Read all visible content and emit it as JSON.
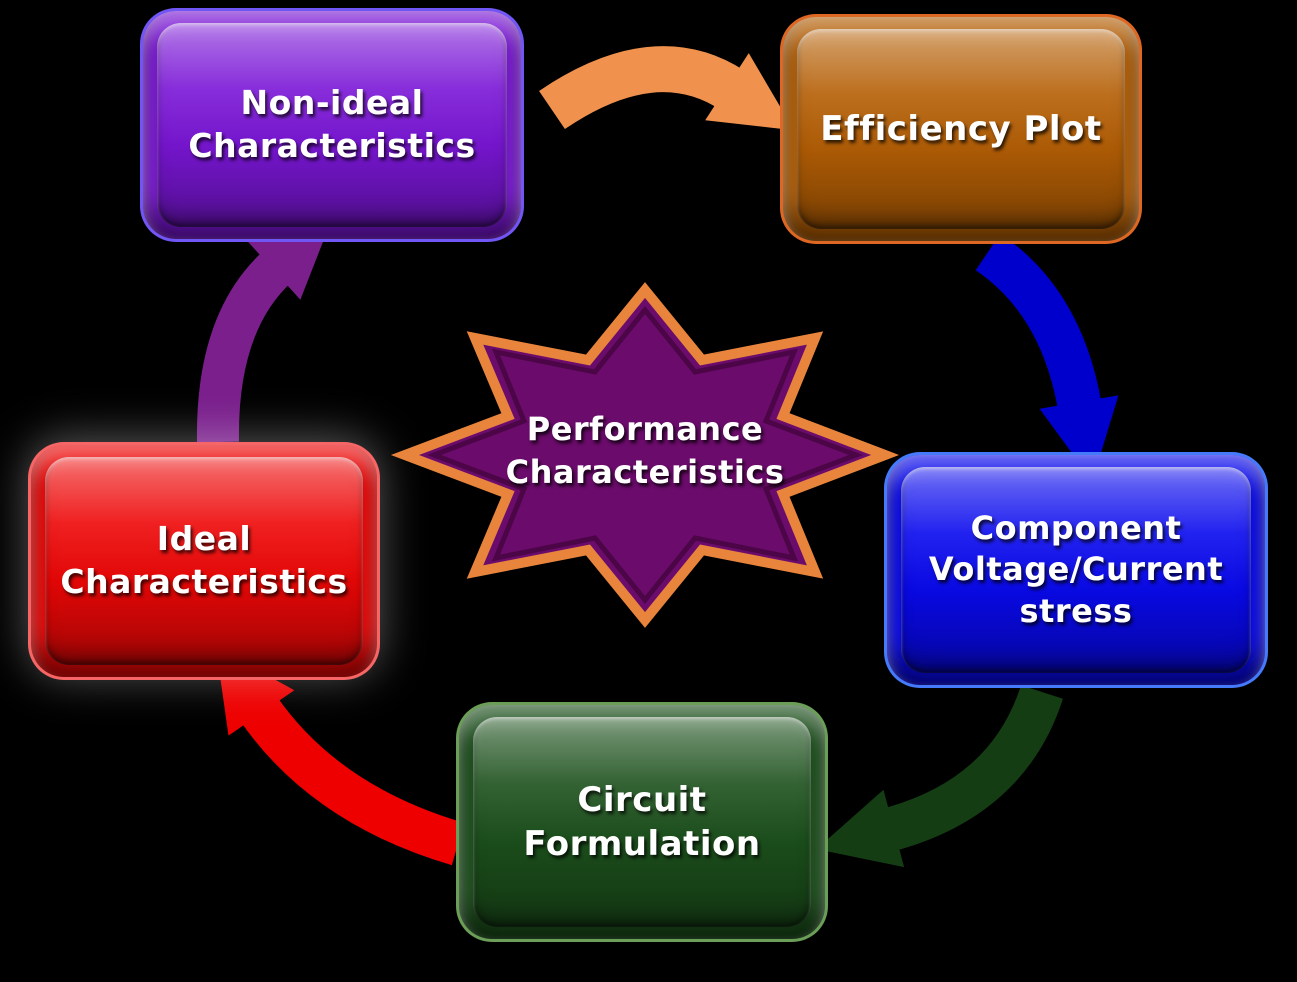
{
  "center": {
    "label": "Performance\nCharacteristics"
  },
  "nodes": {
    "non_ideal": {
      "label": "Non-ideal\nCharacteristics"
    },
    "efficiency_plot": {
      "label": "Efficiency Plot"
    },
    "component_stress": {
      "label": "Component\nVoltage/Current\nstress"
    },
    "circuit_formulation": {
      "label": "Circuit\nFormulation"
    },
    "ideal": {
      "label": "Ideal\nCharacteristics"
    }
  },
  "colors": {
    "background": "#000000",
    "node_non_ideal": "#7A16D6",
    "node_efficiency": "#B55F05",
    "node_component_stress": "#0909EE",
    "node_circuit_formulation": "#1C501C",
    "node_ideal": "#EE0707",
    "star_fill": "#6B0B6B",
    "star_inner_edge": "#45053F",
    "star_border": "#E8843C",
    "arrow_top": "#F0924E",
    "arrow_right": "#0000CC",
    "arrow_bottom_right": "#143D14",
    "arrow_bottom_left": "#EE0000",
    "arrow_left": "#7A1F8C",
    "text": "#FFFFFF"
  }
}
